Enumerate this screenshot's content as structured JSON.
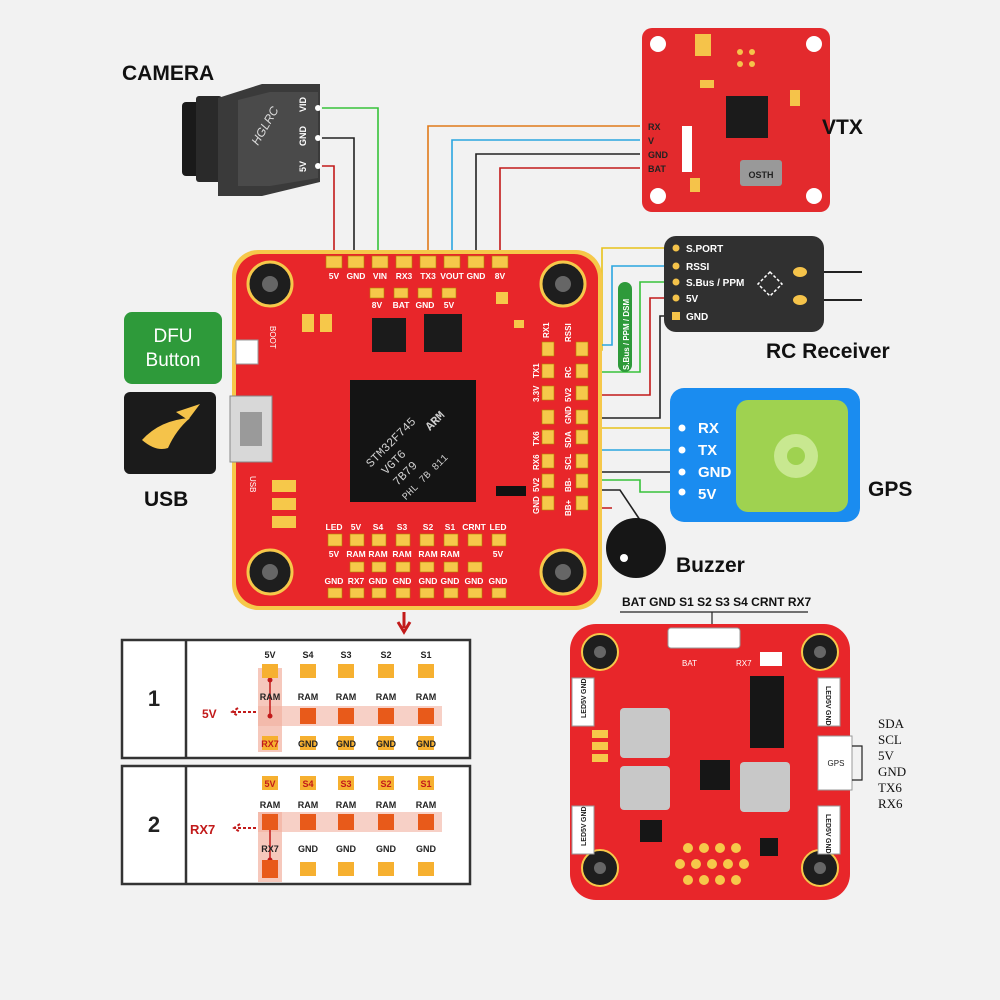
{
  "labels": {
    "camera": "CAMERA",
    "vtx": "VTX",
    "rc_receiver": "RC Receiver",
    "gps": "GPS",
    "buzzer": "Buzzer",
    "usb": "USB",
    "dfu_line1": "DFU",
    "dfu_line2": "Button",
    "pdb_header": "BAT GND S1 S2 S3 S4 CRNT RX7",
    "boot": "BOOT",
    "usb_small": "USB",
    "gps_board": "GPS",
    "bat_small": "BAT",
    "rx7_small": "RX7"
  },
  "camera_pins": [
    "VID",
    "GND",
    "5V"
  ],
  "vtx_pins": [
    "RX",
    "V",
    "GND",
    "BAT"
  ],
  "rc_pins": [
    "S.PORT",
    "RSSI",
    "S.Bus / PPM",
    "5V",
    "GND"
  ],
  "sbus_tag": "S.Bus / PPM / DSM",
  "gps_pins": [
    "RX",
    "TX",
    "GND",
    "5V"
  ],
  "fc_top_pins": [
    "5V",
    "GND",
    "VIN",
    "RX3",
    "TX3",
    "VOUT",
    "GND",
    "8V"
  ],
  "fc_top_row2": [
    "8V",
    "BAT",
    "GND",
    "5V"
  ],
  "fc_right_rows": [
    [
      "RSSI",
      ""
    ],
    [
      "TX1",
      "RX1"
    ],
    [
      "3.3V",
      "RC"
    ],
    [
      "TX6",
      "5V2"
    ],
    [
      "RX6",
      "GND"
    ],
    [
      "5V2",
      "SDA"
    ],
    [
      "GND",
      "SCL"
    ],
    [
      "",
      "BB+"
    ],
    [
      "",
      "BB-"
    ]
  ],
  "fc_bottom_top": [
    "LED",
    "5V",
    "S4",
    "S3",
    "S2",
    "S1",
    "CRNT",
    "LED"
  ],
  "fc_bottom_ram": [
    "5V",
    "RAM",
    "RAM",
    "RAM",
    "RAM",
    "RAM",
    "5V"
  ],
  "fc_bottom_bot": [
    "GND",
    "RX7",
    "GND",
    "GND",
    "GND",
    "GND",
    "GND",
    "GND"
  ],
  "chip": {
    "line1": "STM32F745",
    "line2": "VGT6",
    "line3": "7B79",
    "line4": "PHL 7B 811",
    "brand": "ARM"
  },
  "vtx_chip": "OSTH",
  "pdb_left_pins": [
    "LED",
    "5V",
    "GND"
  ],
  "pdb_right_pins": [
    "LED",
    "5V",
    "GND"
  ],
  "pdb_side_labels": [
    "SDA",
    "SCL",
    "5V",
    "GND",
    "TX6",
    "RX6"
  ],
  "option1": {
    "number": "1",
    "top": [
      "5V",
      "S4",
      "S3",
      "S2",
      "S1"
    ],
    "mid": [
      "RAM",
      "RAM",
      "RAM",
      "RAM",
      "RAM"
    ],
    "bot": [
      "RX7",
      "GND",
      "GND",
      "GND",
      "GND"
    ],
    "arrow": "5V"
  },
  "option2": {
    "number": "2",
    "top": [
      "5V",
      "S4",
      "S3",
      "S2",
      "S1"
    ],
    "mid": [
      "RAM",
      "RAM",
      "RAM",
      "RAM",
      "RAM"
    ],
    "bot": [
      "RX7",
      "GND",
      "GND",
      "GND",
      "GND"
    ],
    "arrow": "RX7"
  },
  "colors": {
    "board": "#e8262a",
    "pad": "#f6c84a",
    "panel_border": "#333333",
    "gps_bg": "#1a8cf0",
    "gps_antenna": "#9fd250",
    "dfu_bg": "#2e9a3a",
    "rc_bg": "#303030",
    "highlight": "#e85a1a"
  }
}
